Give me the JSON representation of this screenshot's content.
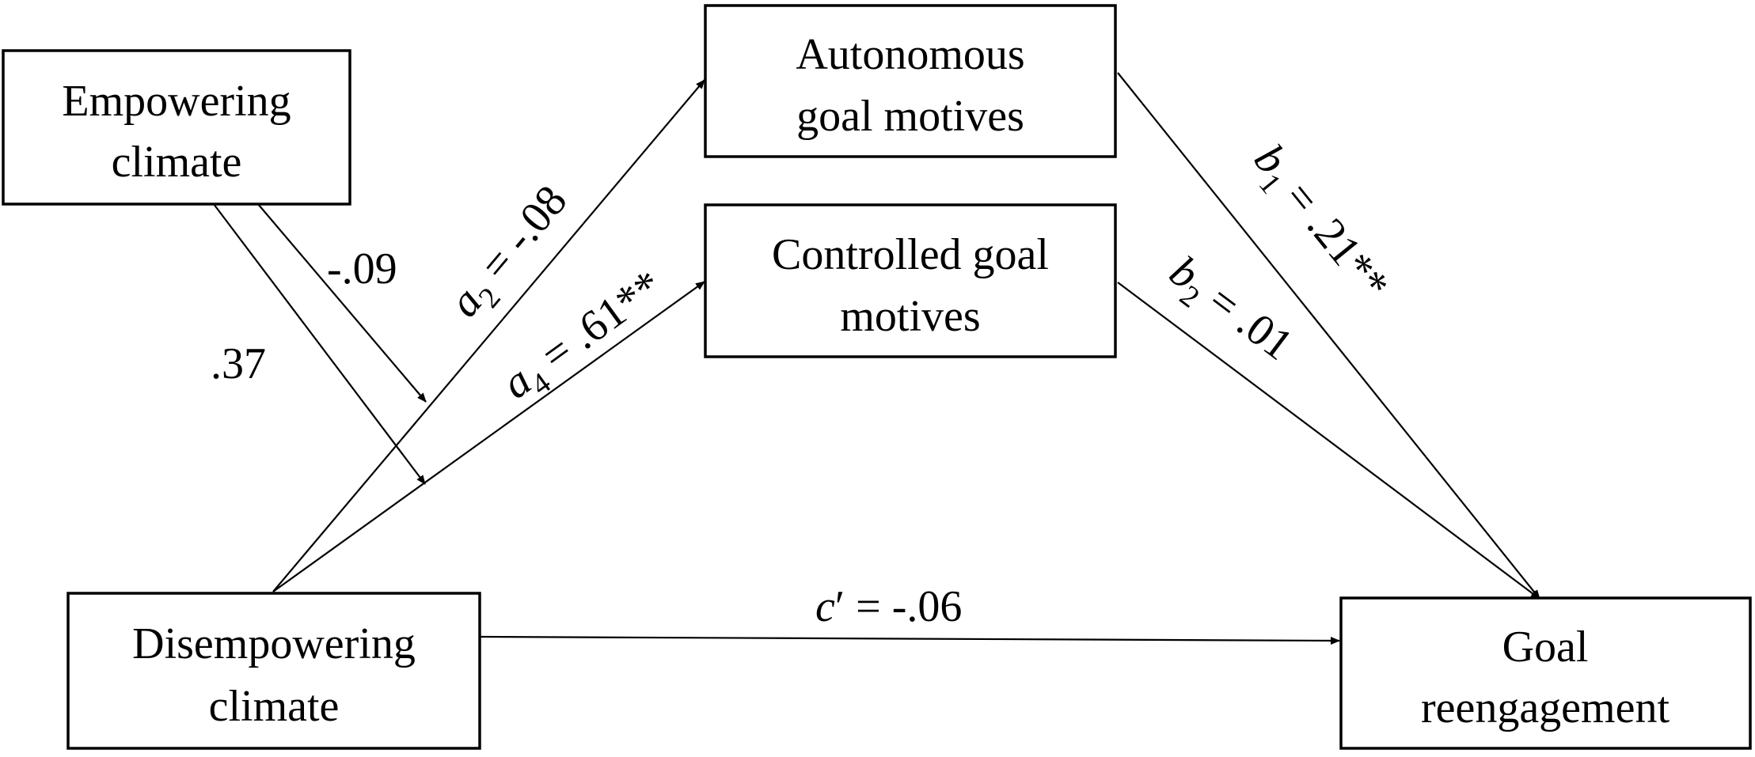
{
  "nodes": {
    "empowering": {
      "line1": "Empowering",
      "line2": "climate"
    },
    "disempowering": {
      "line1": "Disempowering",
      "line2": "climate"
    },
    "autonomous": {
      "line1": "Autonomous",
      "line2": "goal motives"
    },
    "controlled": {
      "line1": "Controlled goal",
      "line2": "motives"
    },
    "reengagement": {
      "line1": "Goal",
      "line2": "reengagement"
    }
  },
  "paths": {
    "emp_to_a2": {
      "value": "-.09"
    },
    "emp_to_a4": {
      "value": ".37"
    },
    "a2": {
      "symbol": "a",
      "sub": "2",
      "text": " = -.08"
    },
    "a4": {
      "symbol": "a",
      "sub": "4",
      "text": " = .61**"
    },
    "b1": {
      "symbol": "b",
      "sub": "1",
      "text": " = .21**"
    },
    "b2": {
      "symbol": "b",
      "sub": "2",
      "text": " = .01"
    },
    "c_prime": {
      "symbol": "c",
      "prime": "′",
      "text": " = -.06"
    }
  }
}
